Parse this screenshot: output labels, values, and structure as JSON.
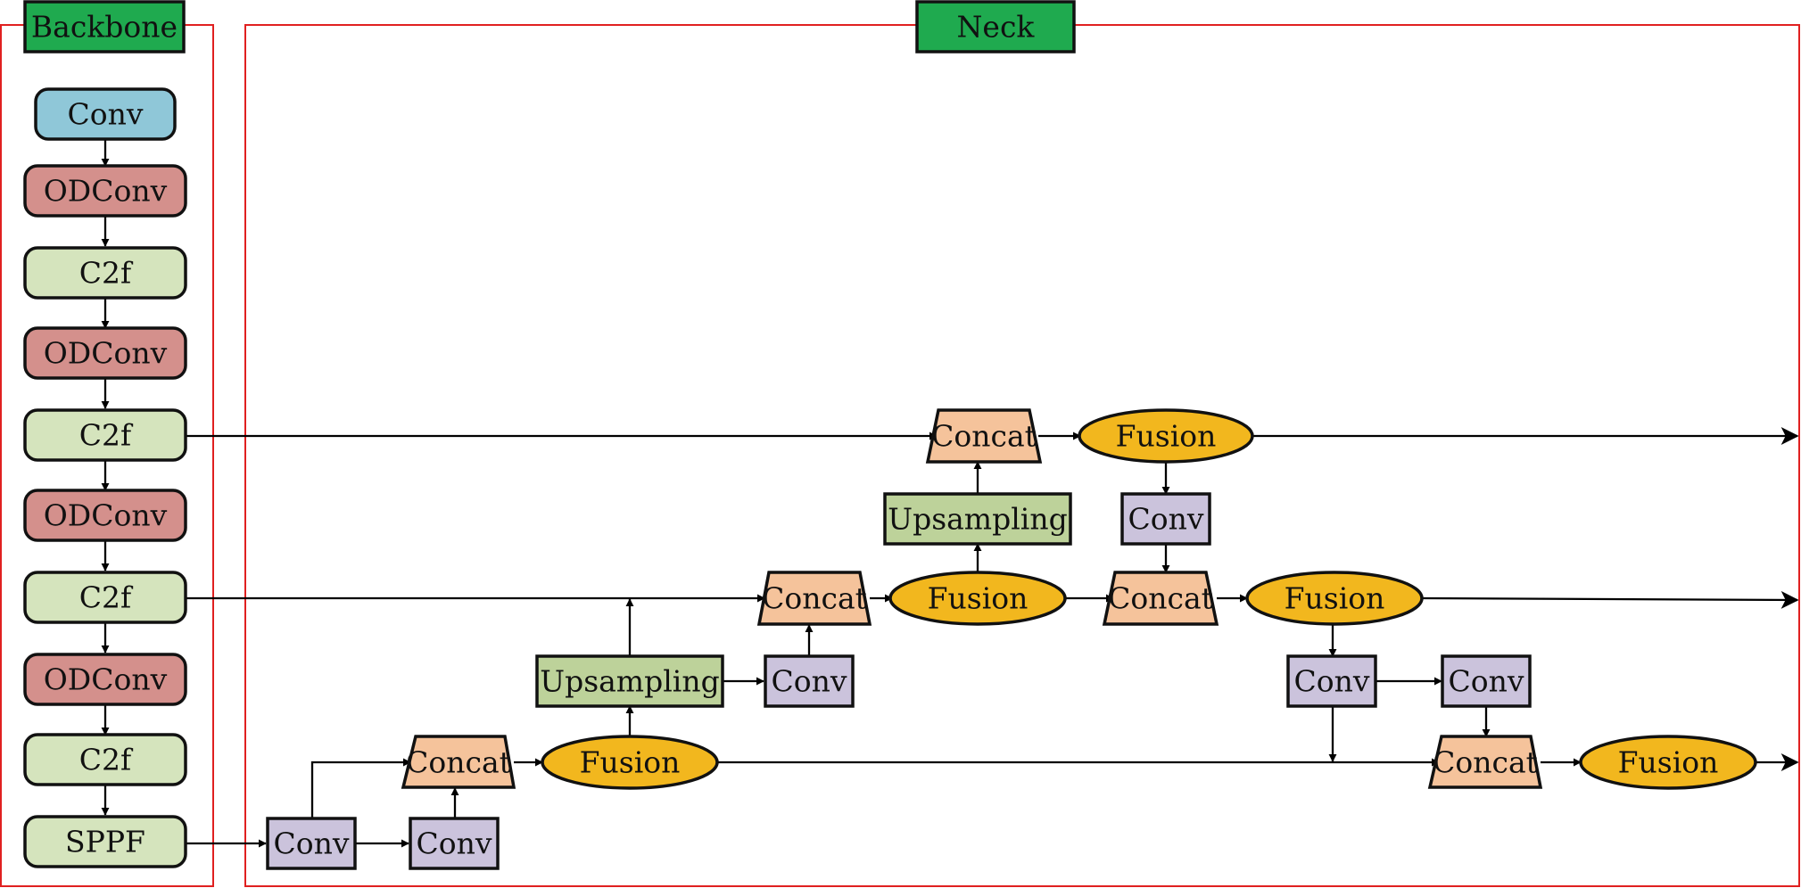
{
  "sections": {
    "backbone": "Backbone",
    "neck": "Neck"
  },
  "colors": {
    "frame": "#e02020",
    "header": "#1faa4f",
    "conv_blue": "#8fc7d8",
    "odconv": "#d4908c",
    "c2f": "#d5e4bd",
    "conv_purple": "#cbc3dc",
    "upsampling": "#bdd29a",
    "concat": "#f5c39b",
    "fusion": "#f2b71e"
  },
  "nodes": {
    "bb_conv": "Conv",
    "bb_odconv_1": "ODConv",
    "bb_c2f_1": "C2f",
    "bb_odconv_2": "ODConv",
    "bb_c2f_2": "C2f",
    "bb_odconv_3": "ODConv",
    "bb_c2f_3": "C2f",
    "bb_odconv_4": "ODConv",
    "bb_c2f_4": "C2f",
    "bb_sppf": "SPPF",
    "nk_conv_a": "Conv",
    "nk_conv_b": "Conv",
    "nk_concat_1": "Concat",
    "nk_fusion_1": "Fusion",
    "nk_upsampling_1": "Upsampling",
    "nk_conv_c": "Conv",
    "nk_concat_2": "Concat",
    "nk_fusion_2": "Fusion",
    "nk_upsampling_2": "Upsampling",
    "nk_concat_3": "Concat",
    "nk_fusion_3": "Fusion",
    "nk_conv_d": "Conv",
    "nk_concat_4": "Concat",
    "nk_fusion_4": "Fusion",
    "nk_conv_e": "Conv",
    "nk_conv_f": "Conv",
    "nk_concat_5": "Concat",
    "nk_fusion_5": "Fusion"
  }
}
